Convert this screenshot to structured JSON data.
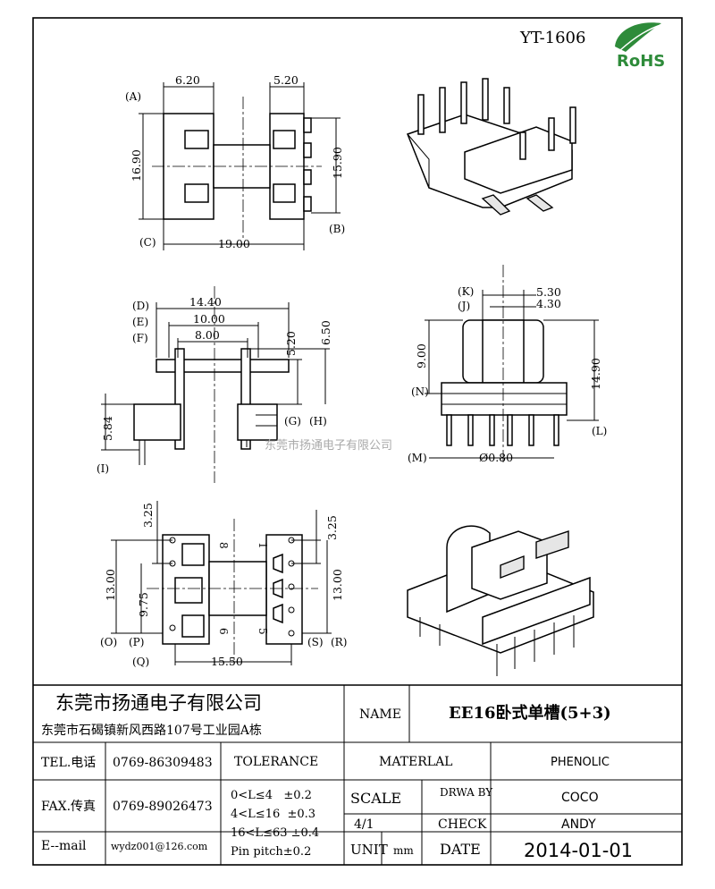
{
  "header": {
    "part_code": "YT-1606",
    "rohs_label": "RoHS"
  },
  "watermark": "东莞市扬通电子有限公司",
  "views": {
    "top_view": {
      "dims": [
        "6.20",
        "5.20",
        "16.90",
        "15.90",
        "19.00"
      ],
      "refs": [
        "(A)",
        "(B)",
        "(C)"
      ]
    },
    "side_view": {
      "dims": [
        "14.40",
        "10.00",
        "8.00",
        "5.20",
        "6.50",
        "5.84"
      ],
      "refs": [
        "(D)",
        "(E)",
        "(F)",
        "(G)",
        "(H)",
        "(I)"
      ]
    },
    "front_view": {
      "dims": [
        "5.30",
        "4.30",
        "9.00",
        "14.90",
        "Ø0.80"
      ],
      "refs": [
        "(K)",
        "(J)",
        "(N)",
        "(L)",
        "(M)"
      ]
    },
    "bottom_view": {
      "dims": [
        "3.25",
        "3.25",
        "13.00",
        "9.75",
        "13.00",
        "15.50"
      ],
      "refs": [
        "(O)",
        "(P)",
        "(Q)",
        "(S)",
        "(R)"
      ],
      "pin_numbers": [
        "8",
        "1",
        "6",
        "5"
      ]
    }
  },
  "title_block": {
    "company_name": "东莞市扬通电子有限公司",
    "company_address": "东莞市石碣镇新风西路107号工业园A栋",
    "name_label": "NAME",
    "name_value": "EE16卧式单槽(5+3)",
    "tel_label": "TEL.电话",
    "tel_value": "0769-86309483",
    "tolerance_label": "TOLERANCE",
    "material_label": "MATERLAL",
    "material_value": "PHENOLIC",
    "fax_label": "FAX.传真",
    "fax_value": "0769-89026473",
    "tol_rows": [
      "0<L≤4   ±0.2",
      "4<L≤16  ±0.3",
      "16<L≤63 ±0.4",
      "Pin pitch±0.2"
    ],
    "scale_label": "SCALE",
    "drawn_by_label": "DRWA BY",
    "drawn_by_value": "COCO",
    "scale_value": "4/1",
    "check_label": "CHECK",
    "check_value": "ANDY",
    "email_label": "E--mail",
    "email_value": "wydz001@126.com",
    "unit_label": "UNIT",
    "unit_value": "mm",
    "date_label": "DATE",
    "date_value": "2014-01-01"
  }
}
